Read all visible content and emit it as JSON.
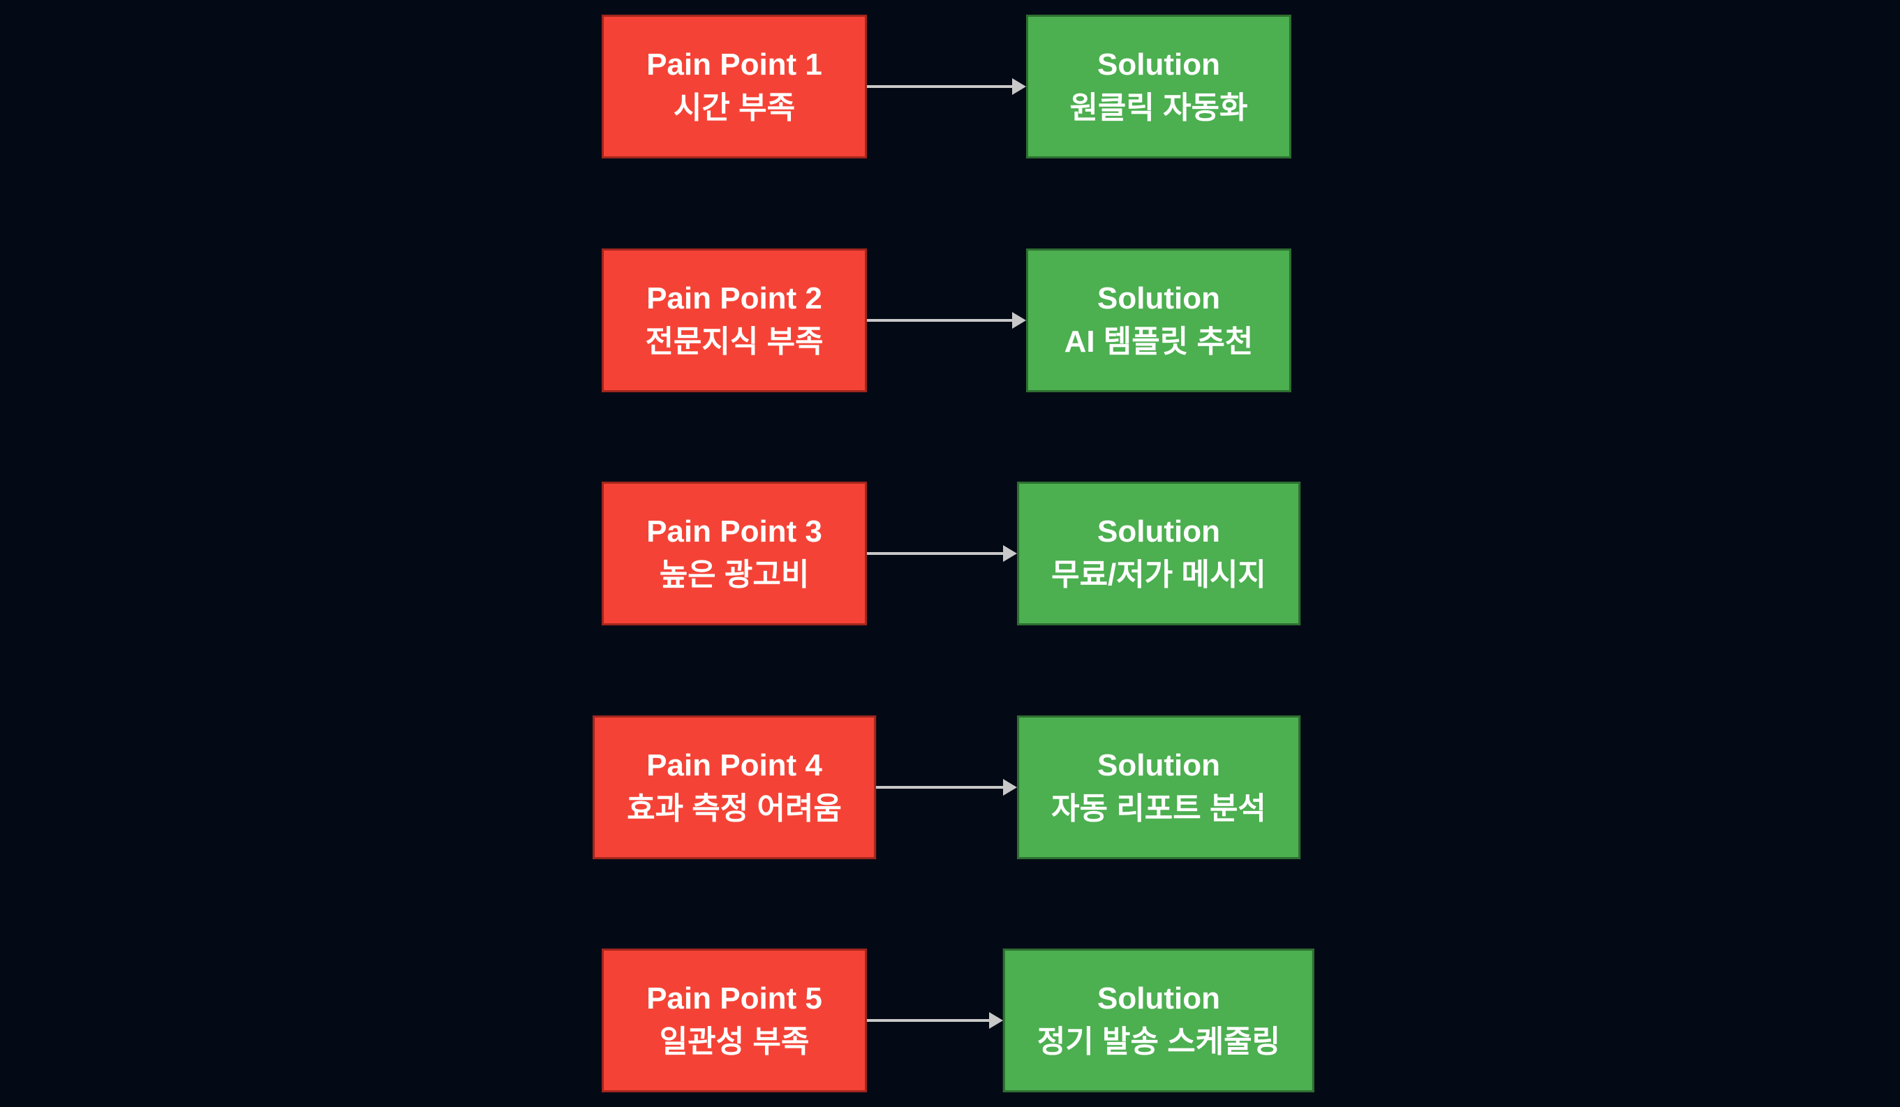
{
  "diagram": {
    "rows": [
      {
        "pain": {
          "title": "Pain Point 1",
          "label": "시간 부족"
        },
        "solution": {
          "title": "Solution",
          "label": "원클릭 자동화"
        }
      },
      {
        "pain": {
          "title": "Pain Point 2",
          "label": "전문지식 부족"
        },
        "solution": {
          "title": "Solution",
          "label": "AI 템플릿 추천"
        }
      },
      {
        "pain": {
          "title": "Pain Point 3",
          "label": "높은 광고비"
        },
        "solution": {
          "title": "Solution",
          "label": "무료/저가 메시지"
        }
      },
      {
        "pain": {
          "title": "Pain Point 4",
          "label": "효과 측정 어려움"
        },
        "solution": {
          "title": "Solution",
          "label": "자동 리포트 분석"
        }
      },
      {
        "pain": {
          "title": "Pain Point 5",
          "label": "일관성 부족"
        },
        "solution": {
          "title": "Solution",
          "label": "정기 발송 스케줄링"
        }
      }
    ],
    "colors": {
      "background": "#040a15",
      "pain_fill": "#f44336",
      "pain_border": "#a1261d",
      "solution_fill": "#4caf50",
      "solution_border": "#2d6e30",
      "arrow": "#c8c8c8",
      "text": "#ffffff"
    }
  }
}
